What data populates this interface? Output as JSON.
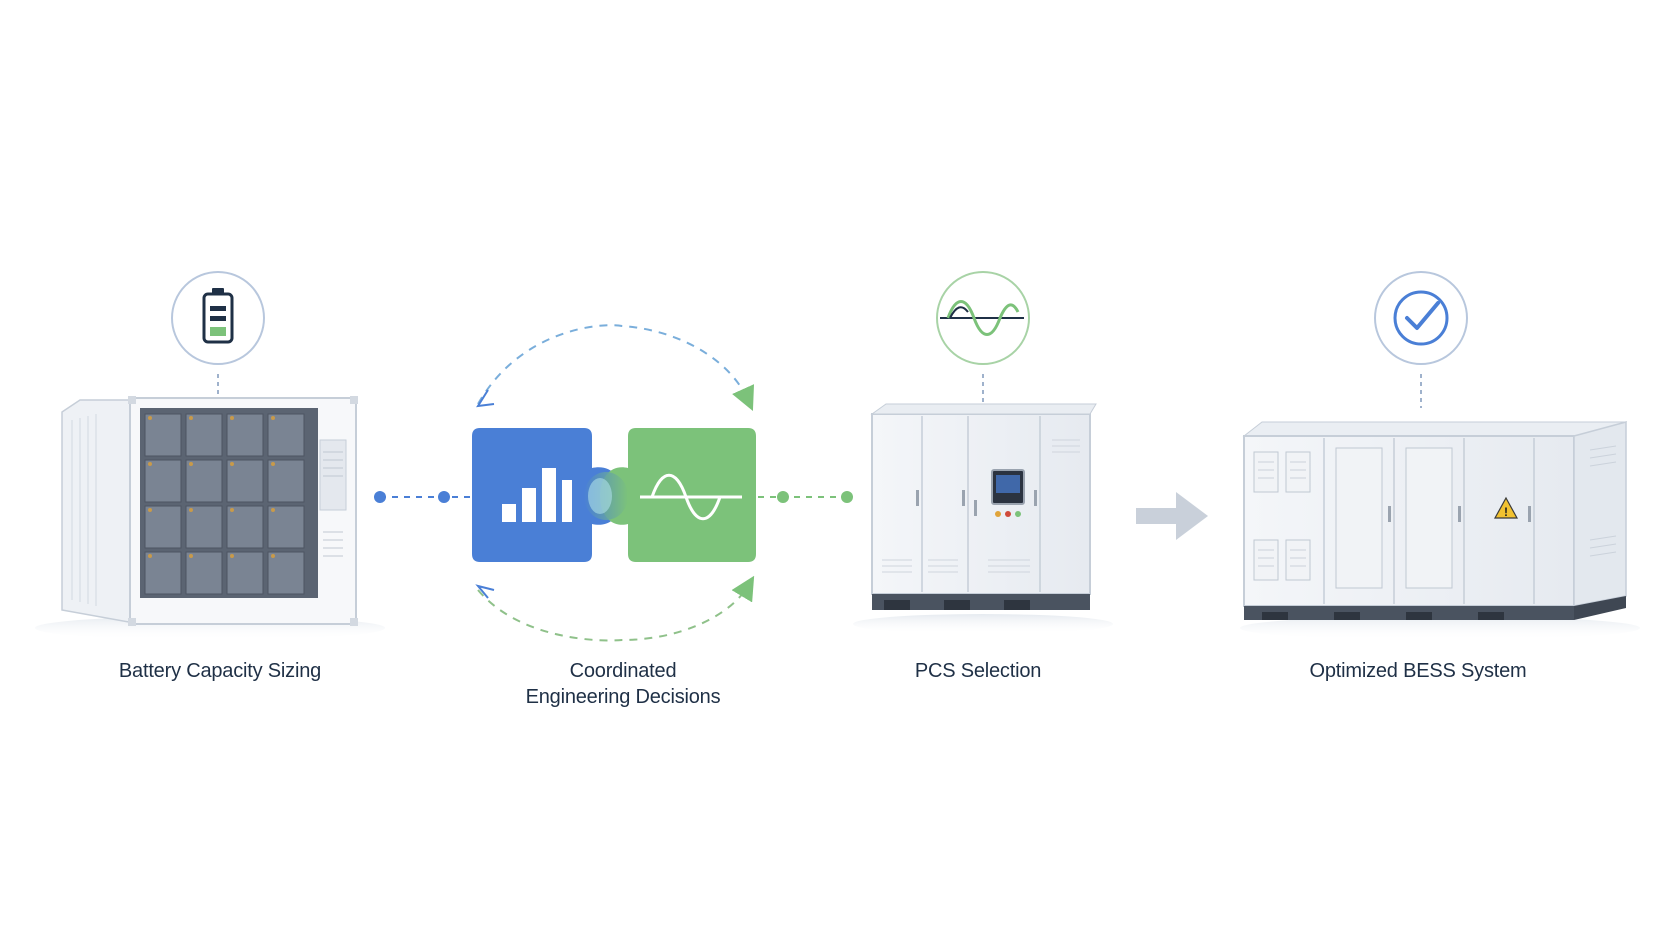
{
  "steps": [
    {
      "id": "battery",
      "label": "Battery Capacity Sizing",
      "icon": "battery-icon"
    },
    {
      "id": "coordination",
      "label_line1": "Coordinated",
      "label_line2": "Engineering Decisions",
      "icon": "puzzle-icon"
    },
    {
      "id": "pcs",
      "label": "PCS Selection",
      "icon": "sine-wave-icon"
    },
    {
      "id": "bess",
      "label": "Optimized BESS System",
      "icon": "checkmark-icon"
    }
  ],
  "colors": {
    "blue": "#4a7fd6",
    "green": "#7cc27a",
    "text": "#1f3046",
    "arrow": "#c9d0da"
  }
}
